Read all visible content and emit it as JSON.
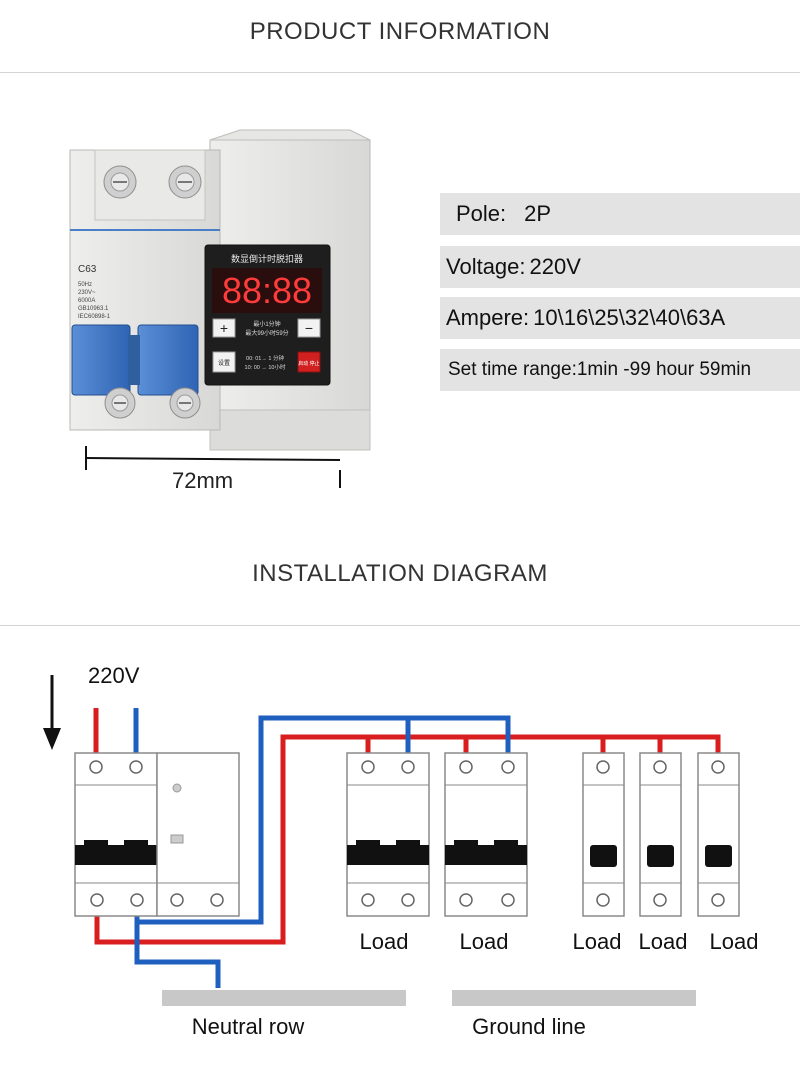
{
  "product_title": "PRODUCT INFORMATION",
  "install_title": "INSTALLATION DIAGRAM",
  "device": {
    "model": "C63",
    "lines": [
      "50Hz",
      "230V~",
      "6000A",
      "GB10963.1",
      "IEC60898-1"
    ],
    "display_title": "数显倒计时脱扣器",
    "display_digits": "88:88",
    "plus": "+",
    "minus": "−",
    "range_note_1": "最小1分钟",
    "range_note_2": "最大99小时59分",
    "set_label": "设置",
    "time_note_1": "00: 01→ 1 分钟",
    "time_note_2": "10: 00 → 10小时",
    "red_button_label": "启动 停止"
  },
  "dimension_label": "72mm",
  "specs": [
    {
      "key": "Pole:",
      "value": "2P"
    },
    {
      "key": "Voltage:",
      "value": "220V"
    },
    {
      "key": "Ampere:",
      "value": "10\\16\\25\\32\\40\\63A"
    },
    {
      "key": "Set time range:",
      "value": "1min -99 hour 59min"
    }
  ],
  "diagram": {
    "supply_label": "220V",
    "load_labels": [
      "Load",
      "Load",
      "Load",
      "Load",
      "Load"
    ],
    "neutral_label": "Neutral row",
    "ground_label": "Ground line",
    "colors": {
      "live": "#d81e1e",
      "neutral": "#1f5fbf",
      "bar": "#c8c8c8"
    }
  }
}
